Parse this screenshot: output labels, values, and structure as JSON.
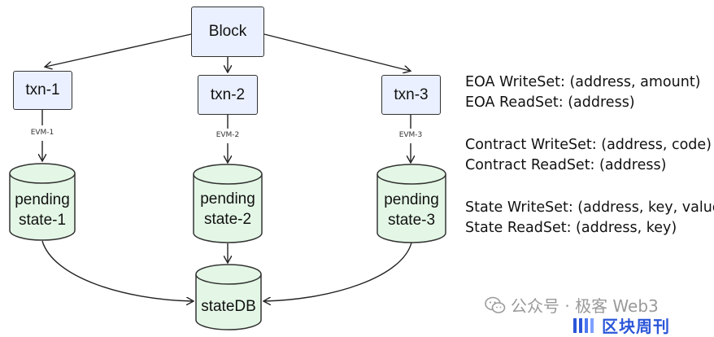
{
  "nodes": {
    "block": "Block",
    "txn1": "txn-1",
    "txn2": "txn-2",
    "txn3": "txn-3",
    "evm1": "EVM-1",
    "evm2": "EVM-2",
    "evm3": "EVM-3",
    "pending1": [
      "pending",
      "state-1"
    ],
    "pending2": [
      "pending",
      "state-2"
    ],
    "pending3": [
      "pending",
      "state-3"
    ],
    "statedb": "stateDB"
  },
  "legend": {
    "eoa_write": "EOA WriteSet: (address, amount)",
    "eoa_read": "EOA ReadSet: (address)",
    "contract_write": "Contract WriteSet: (address, code)",
    "contract_read": "Contract ReadSet: (address)",
    "state_write": "State WriteSet: (address, key, value)",
    "state_read": "State ReadSet: (address, key)"
  },
  "watermark": {
    "account": "公众号 · 极客 Web3",
    "logo": "区块周刊"
  },
  "colors": {
    "box_fill": "#eaf0ff",
    "cylinder_fill": "#e4f7e6",
    "stroke": "#333333",
    "watermark_gray": "#9a9a9a",
    "logo_blue": "#2b56d8"
  }
}
